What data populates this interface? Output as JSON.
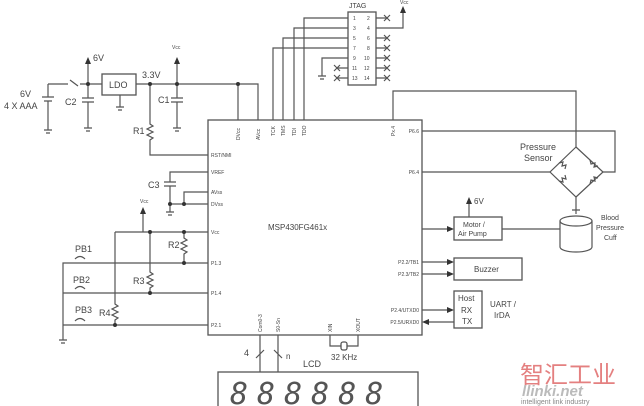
{
  "power": {
    "battery_voltage": "6V",
    "battery_type": "4 X AAA",
    "rail_6v": "6V",
    "ldo": "LDO",
    "rail_3v3": "3.3V",
    "vcc": "Vcc"
  },
  "components": {
    "c1": "C1",
    "c2": "C2",
    "c3": "C3",
    "r1": "R1",
    "r2": "R2",
    "r3": "R3",
    "r4": "R4",
    "pb1": "PB1",
    "pb2": "PB2",
    "pb3": "PB3"
  },
  "jtag": {
    "title": "JTAG",
    "pins_left": [
      "1",
      "3",
      "5",
      "7",
      "9",
      "11",
      "13"
    ],
    "pins_right": [
      "2",
      "4",
      "6",
      "8",
      "10",
      "12",
      "14"
    ]
  },
  "mcu": {
    "name": "MSP430FG461x",
    "top_pins": [
      "DVcc",
      "AVcc",
      "TCK",
      "TMS",
      "TDI",
      "TDO",
      "Px.4"
    ],
    "left_pins": [
      "RST/NMI",
      "VREF",
      "AVss",
      "DVss",
      "Vcc",
      "P1.3",
      "P1.4",
      "P2.1"
    ],
    "right_pins": [
      "P6.6",
      "P6.4",
      "P2.2/TB1",
      "P2.3/TB2",
      "P2.4/UTXD0",
      "P2.5/URXD0"
    ],
    "bottom_pins": [
      "Com0-3",
      "S0-Sn",
      "XIN",
      "XOUT"
    ]
  },
  "peripherals": {
    "pressure_sensor": [
      "Pressure",
      "Sensor"
    ],
    "motor": [
      "Motor /",
      "Air Pump"
    ],
    "motor_supply": "6V",
    "cuff": [
      "Blood",
      "Pressure",
      "Cuff"
    ],
    "buzzer": "Buzzer",
    "host": [
      "Host",
      "RX",
      "TX"
    ],
    "uart": [
      "UART /",
      "IrDA"
    ],
    "crystal": "32 KHz",
    "lcd": "LCD",
    "lcd_bus_com": "4",
    "lcd_bus_seg": "n",
    "lcd_digits": "888888"
  },
  "watermark": {
    "cn": "智汇工业",
    "site": "llinki.net",
    "tagline": "intelligent link industry"
  }
}
